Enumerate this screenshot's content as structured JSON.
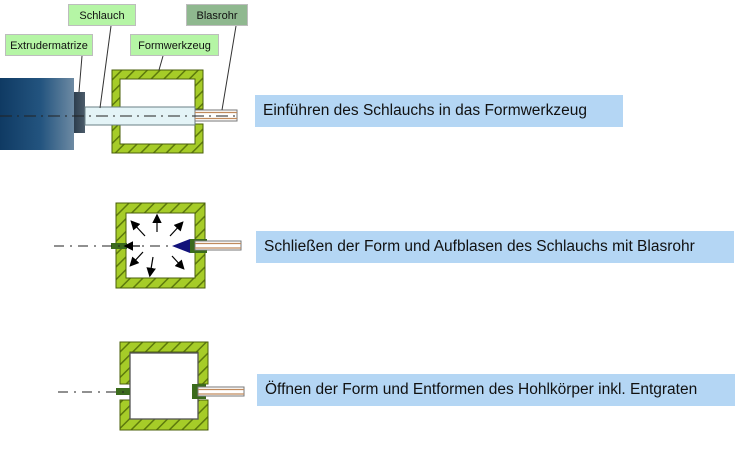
{
  "labels": {
    "schlauch": "Schlauch",
    "blasrohr": "Blasrohr",
    "extrudermatrize": "Extrudermatrize",
    "formwerkzeug": "Formwerkzeug"
  },
  "steps": [
    "Einführen des Schlauchs in das Formwerkzeug",
    "Schließen der Form und Aufblasen des Schlauchs mit Blasrohr",
    "Öffnen der Form und Entformen des Hohlkörper inkl. Entgraten"
  ],
  "colors": {
    "mold_fill": "#a6cc28",
    "mold_hatch": "#5d7a0c",
    "step_box": "#b4d6f4",
    "callout_green": "#b5f5a5",
    "callout_grey": "#8fb88f",
    "extruder": "#1e4f7c",
    "tube": "#e4f4f7",
    "blow_pipe": "#c08a5c",
    "arrow_blue": "#12127a"
  }
}
